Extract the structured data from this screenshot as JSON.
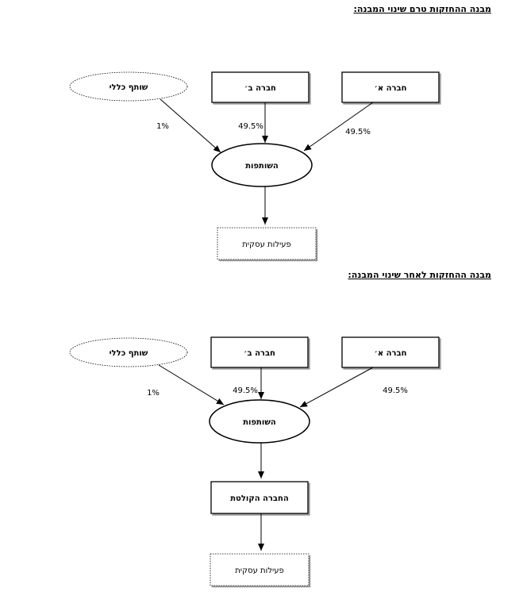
{
  "headings": {
    "before": "מבנה ההחזקות טרם שינוי המבנה:",
    "after": "מבנה ההחזקות לאחר שינוי המבנה:"
  },
  "before": {
    "general_partner": "שותף כללי",
    "company_b": "חברה ב׳",
    "company_a": "חברה א׳",
    "partnership": "השותפות",
    "business_activity": "פעילות עסקית",
    "pct_general_partner": "1%",
    "pct_company_b": "49.5%",
    "pct_company_a": "49.5%"
  },
  "after": {
    "general_partner": "שותף כללי",
    "company_b": "חברה ב׳",
    "company_a": "חברה א׳",
    "partnership": "השותפות",
    "absorbing_company": "החברה הקולטת",
    "business_activity": "פעילות עסקית",
    "pct_general_partner": "1%",
    "pct_company_b": "49.5%",
    "pct_company_a": "49.5%"
  }
}
